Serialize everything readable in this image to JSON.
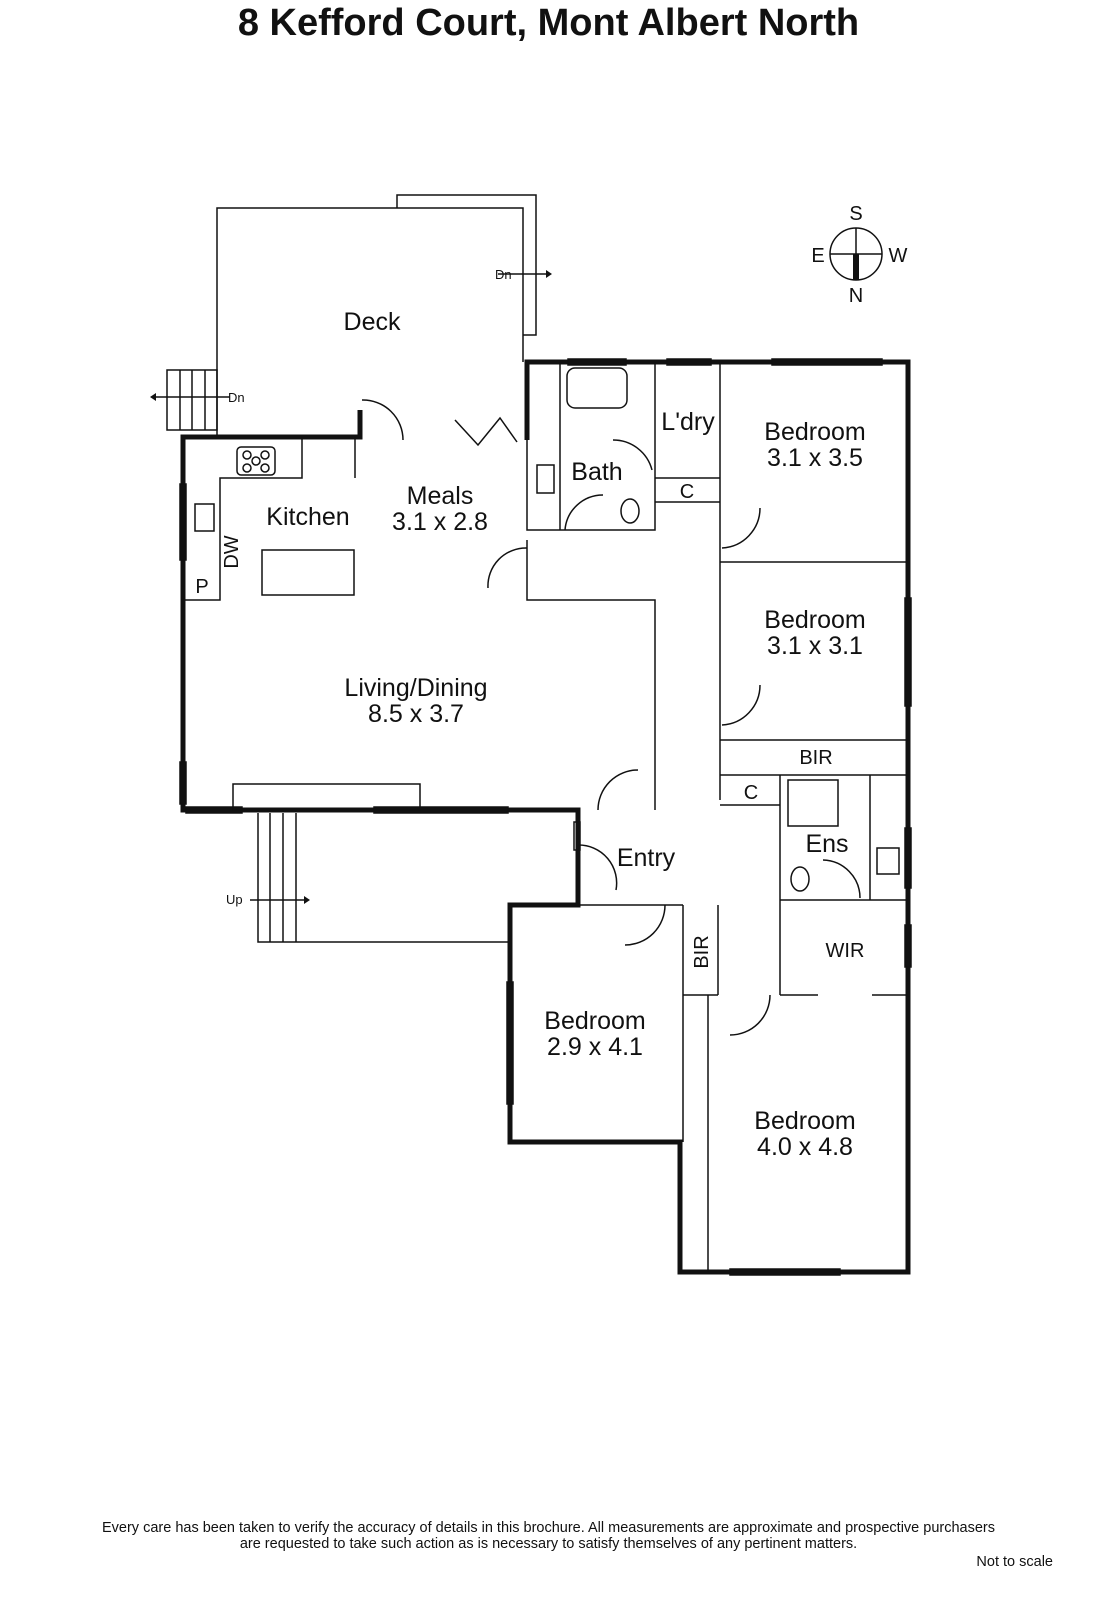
{
  "title": "8 Kefford Court, Mont Albert North",
  "compass": {
    "s": "S",
    "e": "E",
    "w": "W",
    "n": "N"
  },
  "labels": {
    "deck": "Deck",
    "dn1": "Dn",
    "dn2": "Dn",
    "up": "Up",
    "kitchen": "Kitchen",
    "meals": "Meals",
    "meals_dim": "3.1 x 2.8",
    "dw": "DW",
    "p": "P",
    "bath": "Bath",
    "ldry": "L'dry",
    "c1": "C",
    "c2": "C",
    "bed1": "Bedroom",
    "bed1_dim": "3.1 x 3.5",
    "bed2": "Bedroom",
    "bed2_dim": "3.1 x 3.1",
    "bir1": "BIR",
    "bir2": "BIR",
    "living": "Living/Dining",
    "living_dim": "8.5 x 3.7",
    "entry": "Entry",
    "ens": "Ens",
    "wir": "WIR",
    "bed3": "Bedroom",
    "bed3_dim": "2.9 x 4.1",
    "bed4": "Bedroom",
    "bed4_dim": "4.0 x 4.8"
  },
  "footer": {
    "line1": "Every care has been taken to verify the accuracy of details in this brochure.  All measurements are approximate and prospective purchasers",
    "line2": "are requested to take such action as is necessary to satisfy themselves of any pertinent matters.",
    "not_to_scale": "Not to scale"
  }
}
